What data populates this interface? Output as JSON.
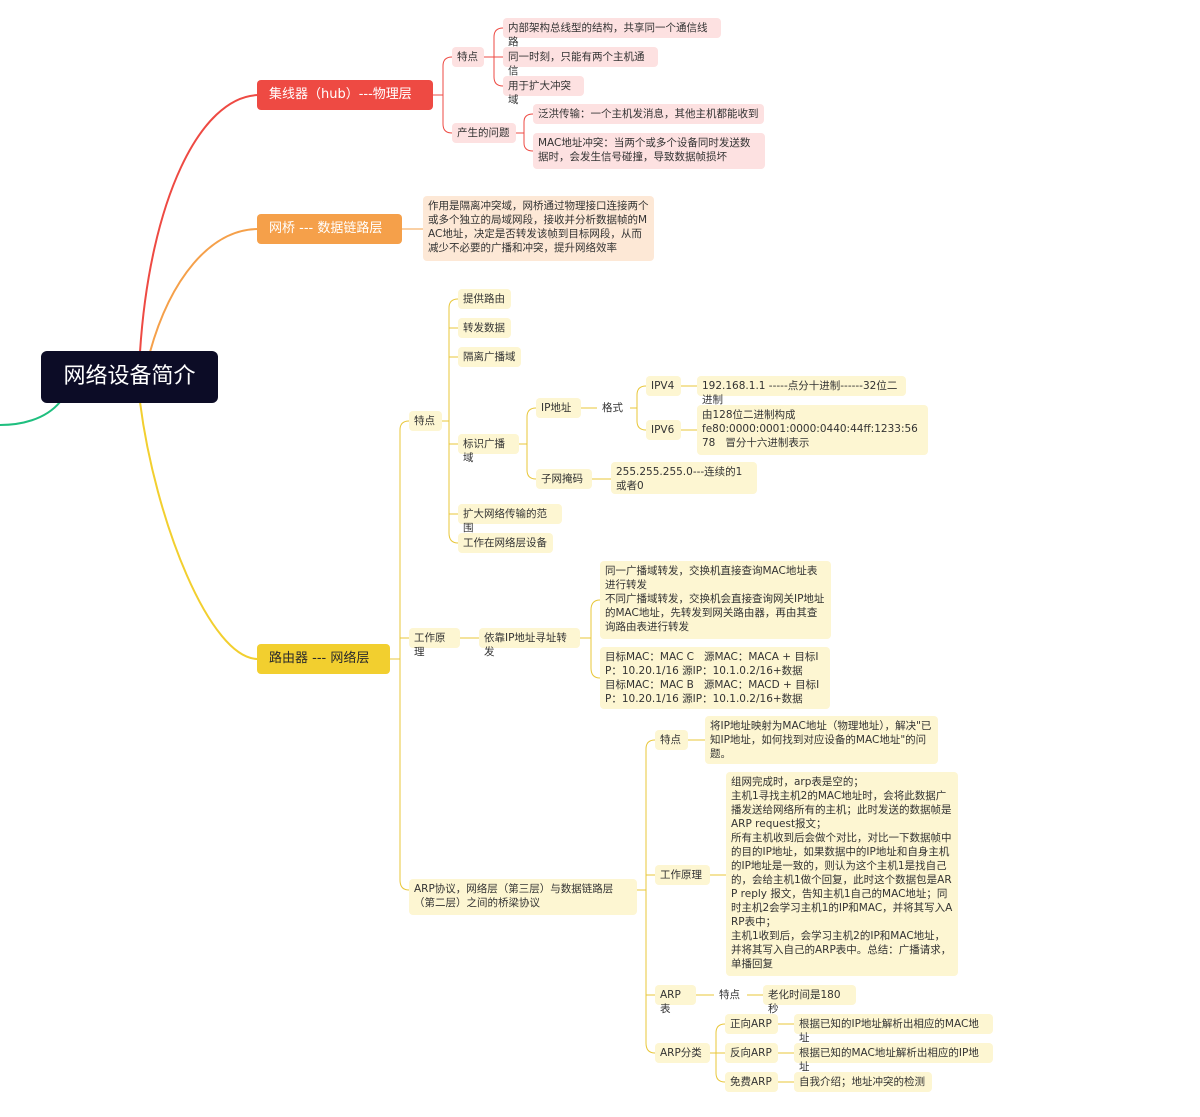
{
  "colors": {
    "root": "#0c0c26",
    "red": "#ee4a43",
    "orange": "#f5a04a",
    "yellow": "#f2cf2f",
    "green": "#1fbf7f"
  },
  "root": {
    "title": "网络设备简介"
  },
  "hub": {
    "title": "集线器（hub）---物理层",
    "features": {
      "label": "特点",
      "items": [
        "内部架构总线型的结构，共享同一个通信线路",
        "同一时刻，只能有两个主机通信",
        "用于扩大冲突域"
      ]
    },
    "problems": {
      "label": "产生的问题",
      "items": [
        "泛洪传输：一个主机发消息，其他主机都能收到",
        "MAC地址冲突：当两个或多个设备同时发送数据时，会发生信号碰撞，导致数据帧损坏"
      ]
    }
  },
  "bridge": {
    "title": "网桥 --- 数据链路层",
    "desc": "作用是隔离冲突域，网桥通过物理接口连接两个或多个独立的局域网段，接收并分析数据帧的MAC地址，决定是否转发该帧到目标网段，从而减少不必要的广播和冲突，提升网络效率"
  },
  "router": {
    "title": "路由器 --- 网络层",
    "features": {
      "label": "特点",
      "items": {
        "a": "提供路由",
        "b": "转发数据",
        "c": "隔离广播域",
        "d": "标识广播域",
        "e": "扩大网络传输的范围",
        "f": "工作在网络层设备"
      },
      "ip": {
        "label": "IP地址",
        "format": "格式",
        "ipv4": "IPV4",
        "ipv4_desc": "192.168.1.1 -----点分十进制------32位二进制",
        "ipv6": "IPV6",
        "ipv6_desc": "由128位二进制构成\nfe80:0000:0001:0000:0440:44ff:1233:5678   冒分十六进制表示",
        "mask": "子网掩码",
        "mask_desc": "255.255.255.0---连续的1或者0"
      }
    },
    "principle": {
      "label": "工作原理",
      "basis": "依靠IP地址寻址转发",
      "desc1": "同一广播域转发，交换机直接查询MAC地址表进行转发\n不同广播域转发，交换机会直接查询网关IP地址的MAC地址，先转发到网关路由器，再由其查询路由表进行转发",
      "desc2": "目标MAC：MAC C   源MAC：MACA + 目标IP：10.20.1/16 源IP：10.1.0.2/16+数据\n目标MAC：MAC B   源MAC：MACD + 目标IP：10.20.1/16 源IP：10.1.0.2/16+数据"
    },
    "arp": {
      "label": "ARP协议，网络层（第三层）与数据链路层（第二层）之间的桥梁协议",
      "feature_label": "特点",
      "feature_desc": "将IP地址映射为MAC地址（物理地址），解决\"已知IP地址，如何找到对应设备的MAC地址\"的问题。",
      "principle_label": "工作原理",
      "principle_desc": "组网完成时，arp表是空的；\n主机1寻找主机2的MAC地址时，会将此数据广播发送给网络所有的主机；此时发送的数据帧是ARP request报文；\n所有主机收到后会做个对比，对比一下数据帧中的目的IP地址，如果数据中的IP地址和自身主机的IP地址是一致的，则认为这个主机1是找自己的，会给主机1做个回复，此时这个数据包是ARP reply 报文，告知主机1自己的MAC地址；同时主机2会学习主机1的IP和MAC，并将其写入ARP表中；\n主机1收到后，会学习主机2的IP和MAC地址，并将其写入自己的ARP表中。总结：广播请求，单播回复",
      "table_label": "ARP表",
      "table_feature": "特点",
      "table_aging": "老化时间是180秒",
      "class_label": "ARP分类",
      "forward": "正向ARP",
      "forward_desc": "根据已知的IP地址解析出相应的MAC地址",
      "reverse": "反向ARP",
      "reverse_desc": "根据已知的MAC地址解析出相应的IP地址",
      "free": "免费ARP",
      "free_desc": "自我介绍；地址冲突的检测"
    }
  }
}
